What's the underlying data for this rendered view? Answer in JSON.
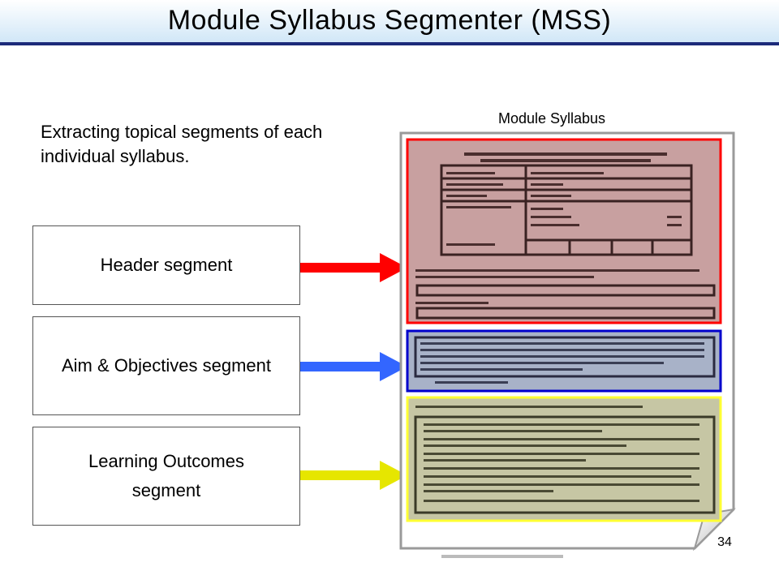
{
  "title": "Module Syllabus Segmenter (MSS)",
  "intro": "Extracting topical segments of each individual syllabus.",
  "document_label": "Module Syllabus",
  "segments": [
    {
      "label": "Header segment",
      "color": "#ff0000"
    },
    {
      "label": "Aim & Objectives segment",
      "color": "#3366ff"
    },
    {
      "label": "Learning Outcomes segment",
      "color": "#e6e600"
    }
  ],
  "highlight_colors": {
    "header": "#ff0000",
    "aim": "#0000cc",
    "outcomes": "#ffff33"
  },
  "page_number": "34"
}
